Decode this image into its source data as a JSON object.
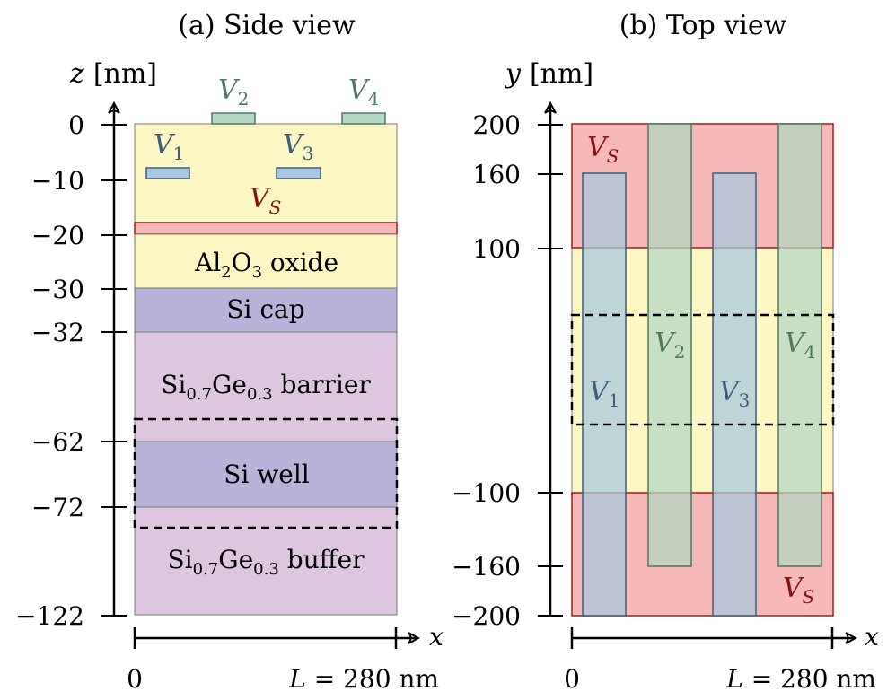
{
  "side": {
    "title": "(a) Side view",
    "axis_label_var": "z",
    "axis_label_unit": "[nm]",
    "ticks": [
      "0",
      "−10",
      "−20",
      "−30",
      "−32",
      "−62",
      "−72",
      "−122"
    ],
    "x_var": "x",
    "x_start": "0",
    "x_end_var": "L",
    "x_end_rest": " = 280 nm",
    "layers": {
      "oxide": {
        "base": "Al",
        "sub1": "2",
        "mid": "O",
        "sub2": "3",
        "tail": " oxide"
      },
      "cap": "Si cap",
      "barrier": {
        "base": "Si",
        "sub1": "0.7",
        "mid": "Ge",
        "sub2": "0.3",
        "tail": " barrier"
      },
      "well": "Si well",
      "buffer": {
        "base": "Si",
        "sub1": "0.7",
        "mid": "Ge",
        "sub2": "0.3",
        "tail": " buffer"
      }
    },
    "gates": {
      "v1": {
        "v": "V",
        "sub": "1"
      },
      "v2": {
        "v": "V",
        "sub": "2"
      },
      "v3": {
        "v": "V",
        "sub": "3"
      },
      "v4": {
        "v": "V",
        "sub": "4"
      },
      "vs": {
        "v": "V",
        "sub": "S"
      }
    }
  },
  "top": {
    "title": "(b) Top view",
    "axis_label_var": "y",
    "axis_label_unit": "[nm]",
    "ticks": [
      "200",
      "160",
      "100",
      "−100",
      "−160",
      "−200"
    ],
    "x_var": "x",
    "x_start": "0",
    "x_end_var": "L",
    "x_end_rest": " = 280 nm",
    "gates": {
      "v1": {
        "v": "V",
        "sub": "1"
      },
      "v2": {
        "v": "V",
        "sub": "2"
      },
      "v3": {
        "v": "V",
        "sub": "3"
      },
      "v4": {
        "v": "V",
        "sub": "4"
      },
      "vs_top": {
        "v": "V",
        "sub": "S"
      },
      "vs_bottom": {
        "v": "V",
        "sub": "S"
      }
    }
  },
  "colors": {
    "oxide": "#fcf7c3",
    "vs_fill": "#f7b8b8",
    "vs_stroke": "#a01a1a",
    "vs_text": "#8b1010",
    "si": "#b8b3d9",
    "sige": "#dec6e0",
    "gate_blue_fill": "#a9c9de",
    "gate_blue_stroke": "#3a5f80",
    "gate_blue_text": "#3a5f80",
    "gate_green_fill": "#b5d8c3",
    "gate_green_stroke": "#4d7a60",
    "gate_green_text": "#4d7a60"
  }
}
